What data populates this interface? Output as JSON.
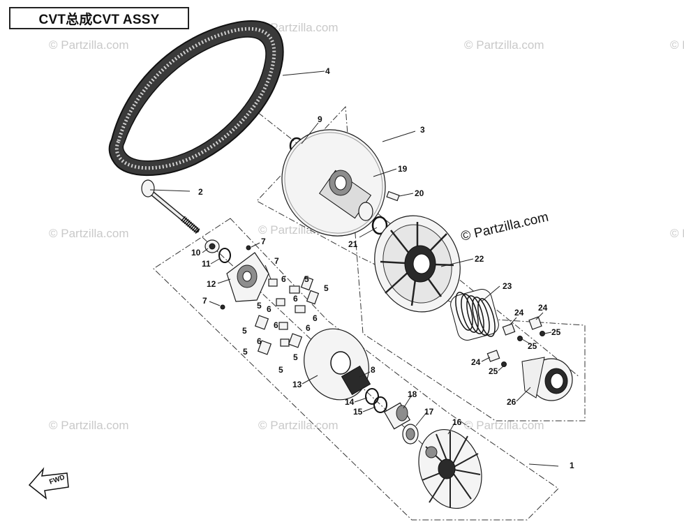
{
  "title": "CVT总成CVT ASSY",
  "watermark_main": "© Partzilla.com",
  "watermark_faint": "© Partzilla.com",
  "fwd_label": "FWD",
  "callouts": [
    "1",
    "2",
    "3",
    "4",
    "5",
    "5",
    "5",
    "5",
    "5",
    "5",
    "5",
    "6",
    "6",
    "6",
    "6",
    "6",
    "6",
    "6",
    "7",
    "7",
    "7",
    "8",
    "9",
    "10",
    "11",
    "12",
    "13",
    "14",
    "15",
    "16",
    "17",
    "18",
    "19",
    "20",
    "21",
    "22",
    "23",
    "24",
    "24",
    "24",
    "25",
    "25",
    "25",
    "26"
  ]
}
